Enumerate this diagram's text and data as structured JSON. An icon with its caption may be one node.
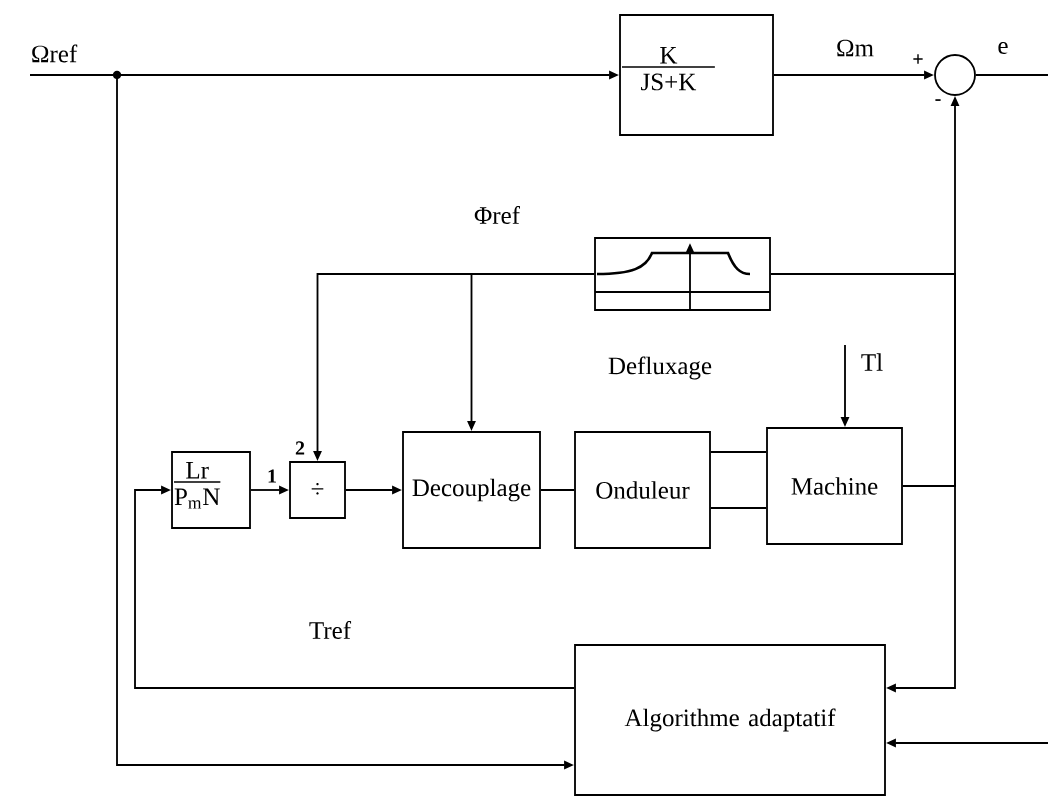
{
  "diagram": {
    "nodes": [
      {
        "text": [
          "Ωref"
        ]
      },
      {
        "text": [
          "K",
          "JS+K"
        ]
      },
      {
        "text": [],
        "shape": "circle"
      },
      {
        "text": [],
        "shape": "picture"
      },
      {
        "text": [
          "Lr",
          "P$_{m}$N"
        ]
      },
      {
        "text": [
          "÷"
        ]
      },
      {
        "text": [
          "Decouplage"
        ]
      },
      {
        "text": [
          "Onduleur"
        ]
      },
      {
        "text": [
          "Machine"
        ]
      },
      {
        "text": [
          "Algorithme adaptatif"
        ]
      }
    ],
    "edges": [
      {
        "from": 0,
        "to": 1,
        "arrow": "to"
      },
      {
        "from": 1,
        "to": 2,
        "arrow": "to",
        "label": "Ωm"
      },
      {
        "from": 2,
        "to": null,
        "arrow": "none",
        "label": "e"
      },
      {
        "from": 8,
        "to": 2,
        "arrow": "to"
      },
      {
        "from": 8,
        "to": 3,
        "arrow": "none"
      },
      {
        "from": 8,
        "to": 9,
        "arrow": "to"
      },
      {
        "from": 3,
        "to": 5,
        "arrow": "to"
      },
      {
        "from": 3,
        "to": 6,
        "arrow": "to"
      },
      {
        "from": 4,
        "to": 5,
        "arrow": "to"
      },
      {
        "from": 5,
        "to": 6,
        "arrow": "to"
      },
      {
        "from": 6,
        "to": 7,
        "arrow": "none"
      },
      {
        "from": 7,
        "to": 8,
        "arrow": "none"
      },
      {
        "from": 7,
        "to": 8,
        "arrow": "none"
      },
      {
        "from": 9,
        "to": 4,
        "arrow": "to",
        "label": "Tref"
      },
      {
        "from": 0,
        "to": 9,
        "arrow": "to"
      },
      {
        "from": null,
        "to": 9,
        "arrow": "to"
      },
      {
        "from": null,
        "to": 8,
        "arrow": "to",
        "label": "Tl"
      }
    ],
    "labels": [
      "+",
      "-",
      "Φref",
      "Defluxage",
      "2",
      "1"
    ]
  }
}
